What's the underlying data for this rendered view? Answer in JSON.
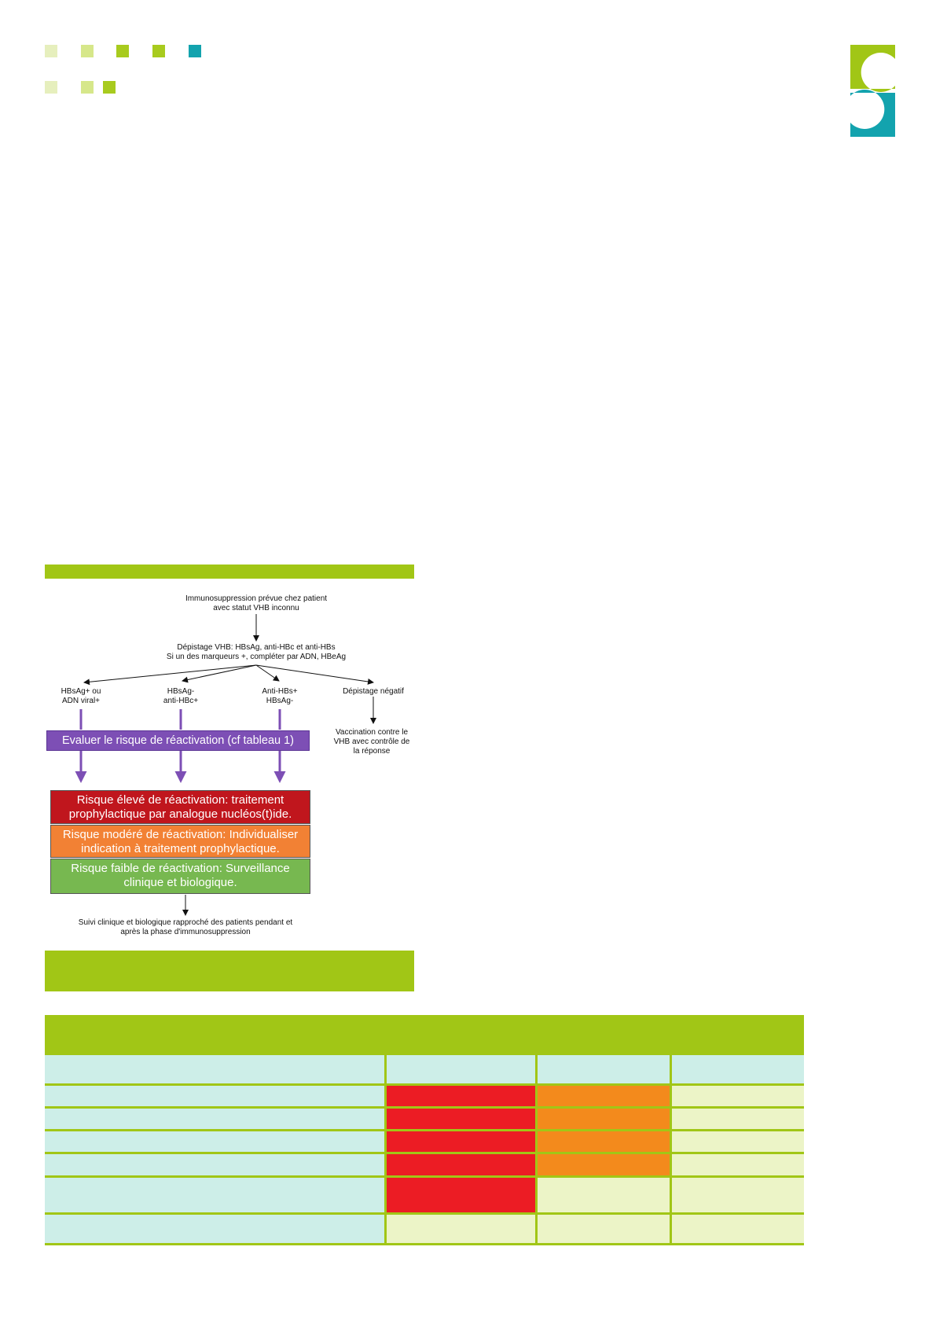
{
  "colors": {
    "brand_green": "#a1c616",
    "light_green": "#d6e78a",
    "teal": "#13a3ae",
    "purple": "#7d4fb5",
    "risk_high": "#c0161d",
    "risk_moderate": "#f28134",
    "risk_low": "#77b850",
    "table_header_cell": "#cdeee8",
    "table_red": "#ec1c24",
    "table_orange": "#f38a1c",
    "table_pale": "#ecf4c7"
  },
  "logo": {
    "icon": "brand-logo-icon"
  },
  "flowchart": {
    "start": [
      "Immunosuppression prévue chez patient",
      "avec statut VHB inconnu"
    ],
    "screening": [
      "Dépistage VHB: HBsAg, anti-HBc et anti-HBs",
      "Si un des marqueurs +, compléter par ADN, HBeAg"
    ],
    "branches": [
      {
        "lines": [
          "HBsAg+ ou",
          "ADN viral+"
        ]
      },
      {
        "lines": [
          "HBsAg-",
          "anti-HBc+"
        ]
      },
      {
        "lines": [
          "Anti-HBs+",
          "HBsAg-"
        ]
      },
      {
        "lines": [
          "Dépistage négatif"
        ]
      }
    ],
    "evaluate_box": "Evaluer le risque de réactivation (cf tableau 1)",
    "vaccination": [
      "Vaccination contre le",
      "VHB avec contrôle de",
      "la réponse"
    ],
    "risk_high": [
      "Risque élevé de réactivation: traitement",
      "prophylactique par analogue nucléos(t)ide."
    ],
    "risk_moderate": [
      "Risque modéré de réactivation: Individualiser",
      "indication à traitement prophylactique."
    ],
    "risk_low": [
      "Risque faible de réactivation: Surveillance",
      "clinique et biologique."
    ],
    "followup": [
      "Suivi clinique et biologique rapproché des patients pendant et",
      "après la phase d'immunosuppression"
    ]
  },
  "table": {
    "rows": [
      {
        "cells": [
          "hdr",
          "hdr",
          "hdr",
          "hdr"
        ]
      },
      {
        "cells": [
          "hdr",
          "red",
          "orange",
          "pale"
        ]
      },
      {
        "cells": [
          "hdr",
          "red",
          "orange",
          "pale"
        ]
      },
      {
        "cells": [
          "hdr",
          "red",
          "orange",
          "pale"
        ]
      },
      {
        "cells": [
          "hdr",
          "red",
          "orange",
          "pale"
        ]
      },
      {
        "cells": [
          "hdr",
          "red",
          "pale",
          "pale"
        ]
      },
      {
        "cells": [
          "hdr",
          "pale",
          "pale",
          "pale"
        ]
      }
    ]
  }
}
